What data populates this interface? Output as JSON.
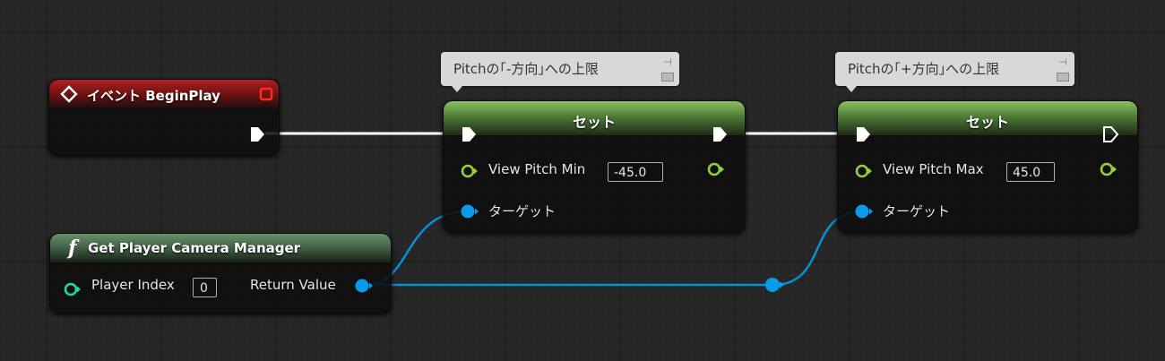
{
  "comments": {
    "pitch_min": "Pitchの｢-方向｣への上限",
    "pitch_max": "Pitchの｢+方向｣への上限"
  },
  "event_node": {
    "title": "イベント BeginPlay"
  },
  "set_node_1": {
    "title": "セット",
    "variable_label": "View Pitch Min",
    "variable_value": "-45.0",
    "target_label": "ターゲット"
  },
  "set_node_2": {
    "title": "セット",
    "variable_label": "View Pitch Max",
    "variable_value": "45.0",
    "target_label": "ターゲット"
  },
  "func_node": {
    "title": "Get Player Camera Manager",
    "icon_glyph": "f",
    "input_label": "Player Index",
    "input_value": "0",
    "output_label": "Return Value"
  },
  "colors": {
    "exec_wire": "#ffffff",
    "object_wire": "#0a8fd6",
    "float_pin": "#93d13a",
    "int_pin": "#1fd7a6",
    "object_pin": "#0a9be8",
    "event_header": "#b02020",
    "set_header": "#8cc063",
    "func_header": "#6b8f6b"
  }
}
